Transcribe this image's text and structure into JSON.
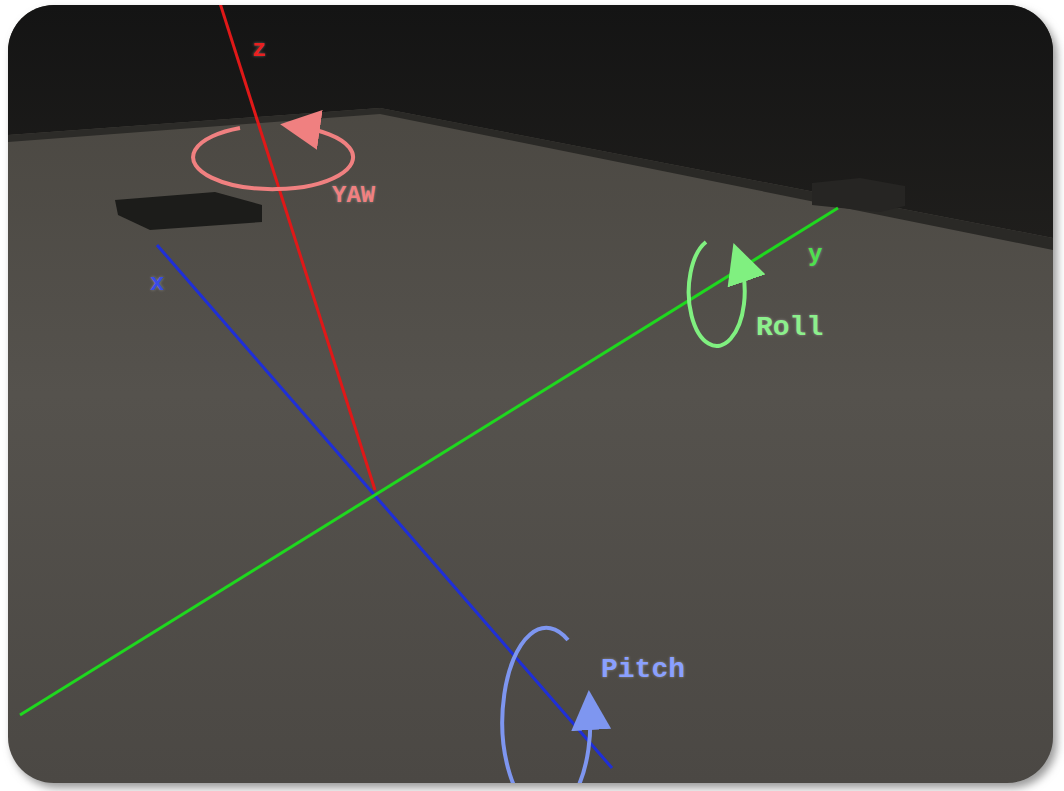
{
  "diagram": {
    "labels": [
      "z",
      "YAW",
      "x",
      "y",
      "Roll",
      "Pitch"
    ]
  }
}
